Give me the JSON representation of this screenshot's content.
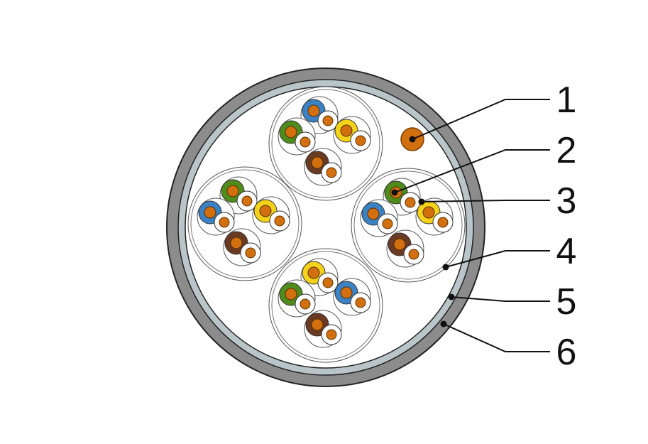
{
  "callouts": [
    {
      "number": "1"
    },
    {
      "number": "2"
    },
    {
      "number": "3"
    },
    {
      "number": "4"
    },
    {
      "number": "5"
    },
    {
      "number": "6"
    }
  ],
  "colors": {
    "outer_jacket": "#8c8c8c",
    "inner_sheath": "#b9c5c8",
    "core_background": "#ffffff",
    "copper": "#d2700f",
    "insulation_blue": "#3a82c4",
    "insulation_green": "#4f8c1c",
    "insulation_orange": "#e07a12",
    "insulation_yellow": "#f4d21a",
    "insulation_brown": "#6b3a22",
    "insulation_white": "#ffffff",
    "outline": "#333333"
  },
  "bundle_colors": [
    [
      "insulation_blue",
      "insulation_green",
      "insulation_yellow",
      "insulation_brown"
    ],
    [
      "insulation_green",
      "insulation_blue",
      "insulation_yellow",
      "insulation_brown"
    ],
    [
      "insulation_green",
      "insulation_blue",
      "insulation_yellow",
      "insulation_brown"
    ],
    [
      "insulation_yellow",
      "insulation_green",
      "insulation_blue",
      "insulation_brown"
    ]
  ]
}
